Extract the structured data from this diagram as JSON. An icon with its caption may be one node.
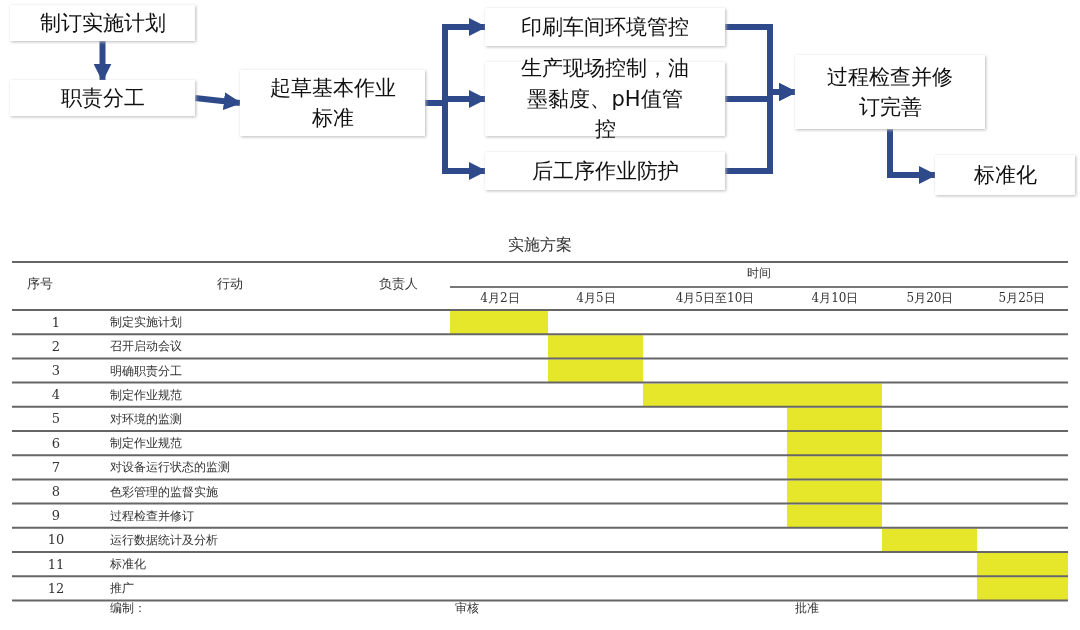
{
  "diagram": {
    "nodes": [
      {
        "text": [
          "制订实施计划"
        ]
      },
      {
        "text": [
          "职责分工"
        ]
      },
      {
        "text": [
          "起草基本作业标准"
        ]
      },
      {
        "text": [
          "印刷车间环境管控"
        ]
      },
      {
        "text": [
          "生产现场控制，油墨黏度、pH值管控"
        ]
      },
      {
        "text": [
          "后工序作业防护"
        ]
      },
      {
        "text": [
          "过程检查并修订完善"
        ]
      },
      {
        "text": [
          "标准化"
        ]
      }
    ],
    "edges": [
      {
        "from": 0,
        "to": 1,
        "arrow": "to"
      },
      {
        "from": 1,
        "to": 2,
        "arrow": "to"
      },
      {
        "from": 2,
        "to": 3,
        "arrow": "to"
      },
      {
        "from": 2,
        "to": 4,
        "arrow": "to"
      },
      {
        "from": 2,
        "to": 5,
        "arrow": "to"
      },
      {
        "from": 3,
        "to": 6,
        "arrow": "to"
      },
      {
        "from": 4,
        "to": 6,
        "arrow": "to"
      },
      {
        "from": 5,
        "to": 6,
        "arrow": "to"
      },
      {
        "from": 6,
        "to": 7,
        "arrow": "to"
      }
    ],
    "labels": [
      "实施方案",
      "序号",
      "行动",
      "负责人",
      "时间",
      "4月2日",
      "4月5日",
      "4月5日至10日",
      "4月10日",
      "5月20日",
      "5月25日",
      "1",
      "制定实施计划",
      "2",
      "召开启动会议",
      "3",
      "明确职责分工",
      "4",
      "制定作业规范",
      "5",
      "对环境的监测",
      "6",
      "制定作业规范",
      "7",
      "对设备运行状态的监测",
      "8",
      "色彩管理的监督实施",
      "9",
      "过程检查并修订",
      "10",
      "运行数据统计及分析",
      "11",
      "标准化",
      "12",
      "推广",
      "编制：",
      "审核",
      "批准"
    ]
  }
}
